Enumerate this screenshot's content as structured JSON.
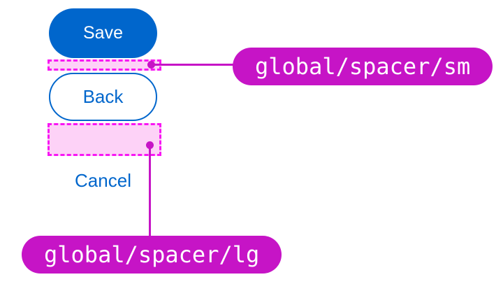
{
  "palette": {
    "blue": "#0066CC",
    "magenta": "#C614C6",
    "spacer_fill": "#FDD2F7",
    "spacer_border": "#F816F3",
    "white": "#FFFFFF"
  },
  "buttons": {
    "save": "Save",
    "back": "Back",
    "cancel": "Cancel"
  },
  "spacer_tokens": {
    "sm": "global/spacer/sm",
    "lg": "global/spacer/lg"
  }
}
